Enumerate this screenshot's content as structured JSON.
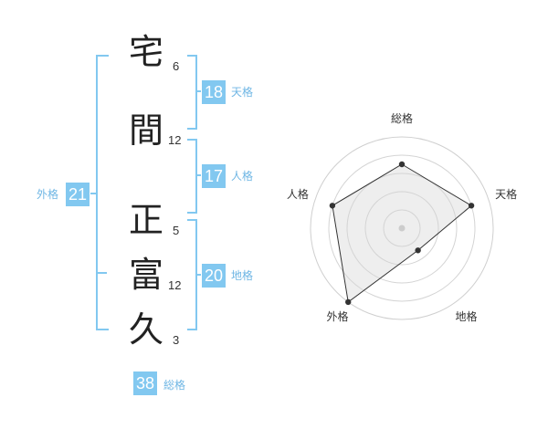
{
  "name": {
    "characters": [
      {
        "char": "宅",
        "strokes": "6"
      },
      {
        "char": "間",
        "strokes": "12"
      },
      {
        "char": "正",
        "strokes": "5"
      },
      {
        "char": "富",
        "strokes": "12"
      },
      {
        "char": "久",
        "strokes": "3"
      }
    ]
  },
  "fortunes": {
    "tenkaku": {
      "value": "18",
      "label": "天格"
    },
    "jinkaku": {
      "value": "17",
      "label": "人格"
    },
    "chikaku": {
      "value": "20",
      "label": "地格"
    },
    "gaikaku": {
      "value": "21",
      "label": "外格"
    },
    "soukaku": {
      "value": "38",
      "label": "総格"
    }
  },
  "chart_data": {
    "type": "radar",
    "axes": [
      "総格",
      "天格",
      "地格",
      "外格",
      "人格"
    ],
    "values": [
      3.5,
      4,
      1.5,
      5,
      4
    ],
    "max": 5,
    "rings": 5
  }
}
